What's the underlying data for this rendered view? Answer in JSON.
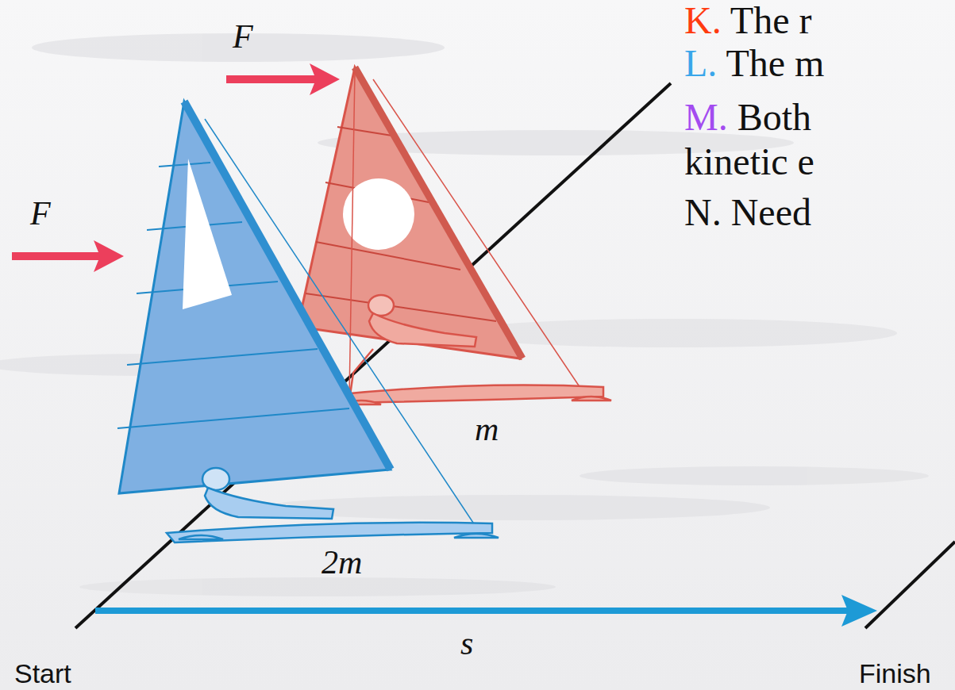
{
  "diagram": {
    "labels": [
      "F",
      "F",
      "m",
      "2m",
      "s",
      "Start",
      "Finish",
      "K. The r",
      "L. The m",
      "M. Both",
      "kinetic e",
      "N. Need"
    ]
  }
}
